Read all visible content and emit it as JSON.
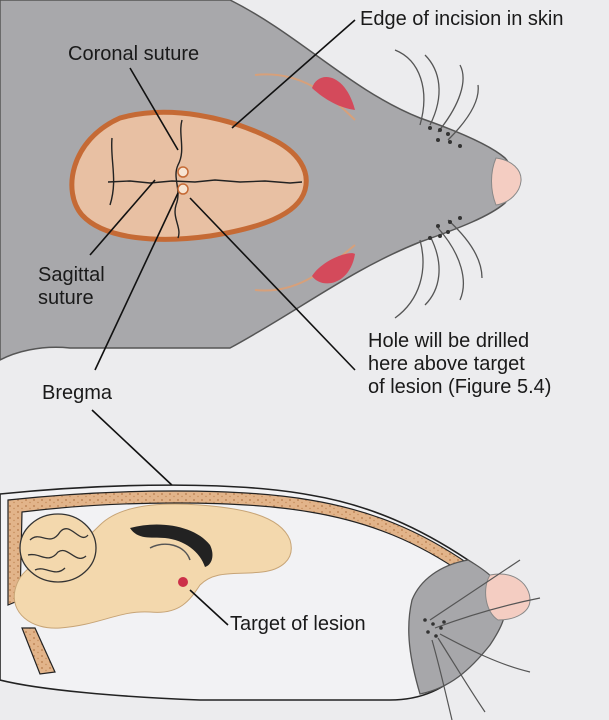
{
  "labels": {
    "edge_of_incision": "Edge of incision in skin",
    "coronal_suture": "Coronal suture",
    "sagittal_suture_line1": "Sagittal",
    "sagittal_suture_line2": "suture",
    "bregma": "Bregma",
    "hole_line1": "Hole will be drilled",
    "hole_line2": "here above target",
    "hole_line3": "of lesion (Figure 5.4)",
    "target_of_lesion": "Target of lesion"
  },
  "colors": {
    "background": "#ececee",
    "rat_body": "#a7a7aa",
    "skull_fill": "#e8c0a2",
    "incision_edge": "#c56a35",
    "ear": "#d24a5a",
    "nose": "#f3c9c0",
    "brain": "#f2d8ac",
    "skull_bone": "#dcae84",
    "target": "#c9334b"
  }
}
